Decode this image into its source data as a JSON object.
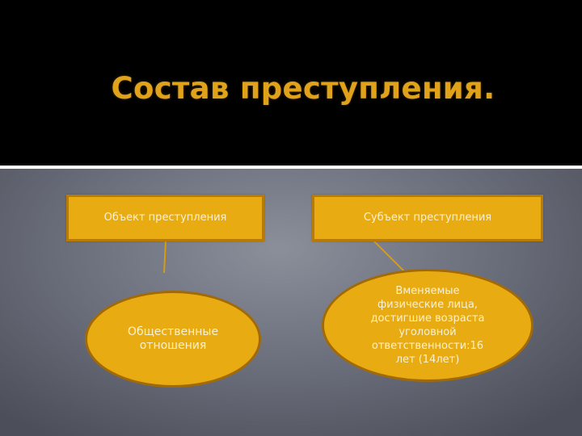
{
  "slide": {
    "title": "Состав преступления."
  },
  "diagram": {
    "boxes": {
      "object": "Объект преступления",
      "subject": "Субъект преступления"
    },
    "ellipses": {
      "object_detail": "Общественные\nотношения",
      "subject_detail": "Вменяемые\nфизические лица,\nдостигшие возраста\nуголовной\nответственности:16\nлет (14лет)"
    }
  },
  "colors": {
    "header_background": "#000000",
    "title": "#e0a21b",
    "shape_fill": "#e8ac12",
    "shape_border": "#b77b06",
    "shape_text": "#fbf0cf",
    "connector": "#d99a10"
  }
}
